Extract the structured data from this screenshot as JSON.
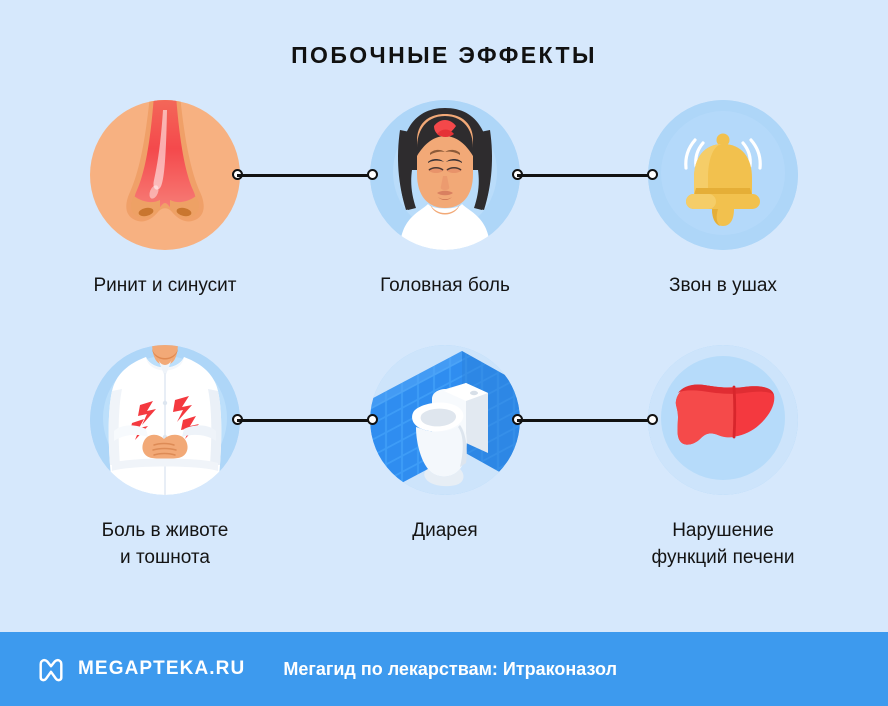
{
  "title": "ПОБОЧНЫЕ ЭФФЕКТЫ",
  "colors": {
    "background": "#d6e8fc",
    "circle_blue": "#aed6f8",
    "circle_peach": "#f7b181",
    "footer_blue": "#3d9aee",
    "connector": "#111111",
    "text": "#141414",
    "accent_red": "#f4393f",
    "bell_yellow": "#f2c14e",
    "tile_blue": "#2f8df0"
  },
  "rows": [
    {
      "items": [
        {
          "icon": "nose-icon",
          "label": "Ринит и синусит",
          "label_line2": "",
          "circle": "peach"
        },
        {
          "icon": "headache-woman-icon",
          "label": "Головная боль",
          "label_line2": "",
          "circle": "blue"
        },
        {
          "icon": "ringing-bell-icon",
          "label": "Звон в ушах",
          "label_line2": "",
          "circle": "blue"
        }
      ]
    },
    {
      "items": [
        {
          "icon": "stomach-pain-icon",
          "label": "Боль в животе",
          "label_line2": "и тошнота",
          "circle": "blue"
        },
        {
          "icon": "toilet-icon",
          "label": "Диарея",
          "label_line2": "",
          "circle": "blue"
        },
        {
          "icon": "liver-icon",
          "label": "Нарушение",
          "label_line2": "функций печени",
          "circle": "blue"
        }
      ]
    }
  ],
  "footer": {
    "logo": "megapteka-m-logo",
    "brand": "MEGAPTEKA.RU",
    "caption": "Мегагид по лекарствам: Итраконазол"
  }
}
